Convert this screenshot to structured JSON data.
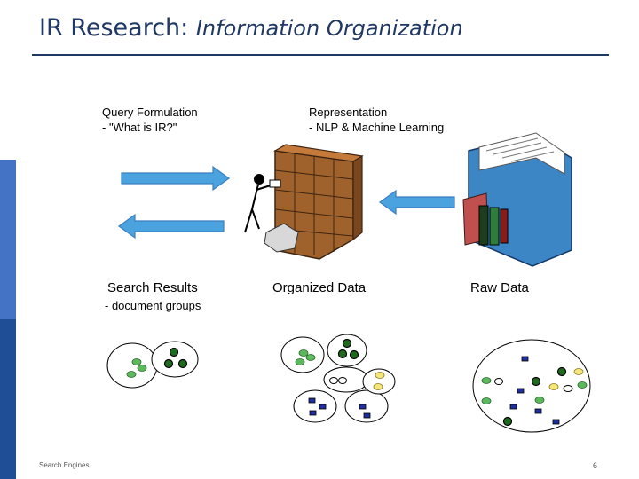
{
  "title": {
    "main": "IR Research:",
    "sub": "Information Organization"
  },
  "labels": {
    "query_formulation_title": "Query Formulation",
    "query_formulation_sub": "- \"What is IR?\"",
    "representation_title": "Representation",
    "representation_sub": "- NLP & Machine Learning",
    "search_results_title": "Search Results",
    "search_results_sub": "- document groups",
    "organized_data": "Organized Data",
    "raw_data": "Raw Data"
  },
  "footer": {
    "left": "Search Engines",
    "page_number": "6"
  },
  "colors": {
    "arrow": "#4aa3df",
    "accent": "#1f3864",
    "cluster_green": "#5cb85c",
    "cluster_blue": "#1f2f9e",
    "cluster_yellow": "#f5e67a",
    "dark_green": "#1e6b1e"
  },
  "icons": [
    "arrow-right-icon",
    "arrow-left-icon",
    "filing-cabinet-clipart",
    "book-clipart"
  ]
}
